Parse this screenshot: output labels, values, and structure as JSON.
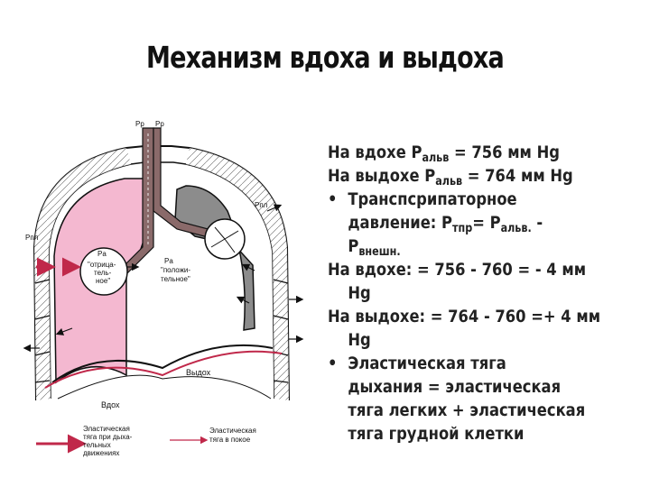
{
  "slide": {
    "title": "Механизм вдоха и выдоха"
  },
  "figure": {
    "labels": {
      "pp_left_top": "Pp",
      "pp_right_top": "Pp",
      "ppl_left": "Pпл",
      "ppl_right": "Pпл",
      "pa_left": "Pa",
      "pa_right": "Pa",
      "neg_line1": "\"отрица-",
      "neg_line2": "тель-",
      "neg_line3": "ное\"",
      "pos_line1": "\"положи-",
      "pos_line2": "тельное\"",
      "inhale": "Вдох",
      "exhale": "Выдох",
      "legend_left_l1": "Эластическая",
      "legend_left_l2": "тяга при дыха-",
      "legend_left_l3": "тельных",
      "legend_left_l4": "движениях",
      "legend_right_l1": "Эластическая",
      "legend_right_l2": "тяга в покое"
    },
    "colors": {
      "lung_inhale": "#f4b8d0",
      "lung_exhale": "#8c8c8c",
      "trachea": "#8a6a6a",
      "accent_arrow": "#c0284a"
    }
  },
  "text": {
    "l1_pre": "На вдохе P",
    "l1_sub": "альв",
    "l1_post": " = 756 мм Hg",
    "l2_pre": "На выдохе P",
    "l2_sub": "альв",
    "l2_post": " = 764 мм Hg",
    "bullet_mark": "•",
    "b1_l1": "Транспсрипаторное",
    "b1_l2_pre": "давление:   P",
    "b1_l2_sub1": "тпр",
    "b1_l2_mid": "= P",
    "b1_l2_sub2": "альв.",
    "b1_l2_post": " -",
    "b1_l3_pre": "P",
    "b1_l3_sub": "внешн.",
    "l4": "На вдохе:  = 756 - 760 = - 4 мм",
    "l4_cont": "Hg",
    "l5": "На выдохе: = 764 - 760 =+ 4 мм",
    "l5_cont": "Hg",
    "b2_l1": "Эластическая тяга",
    "b2_l2": "дыхания = эластическая",
    "b2_l3": "тяга легких + эластическая",
    "b2_l4": "тяга грудной клетки"
  }
}
